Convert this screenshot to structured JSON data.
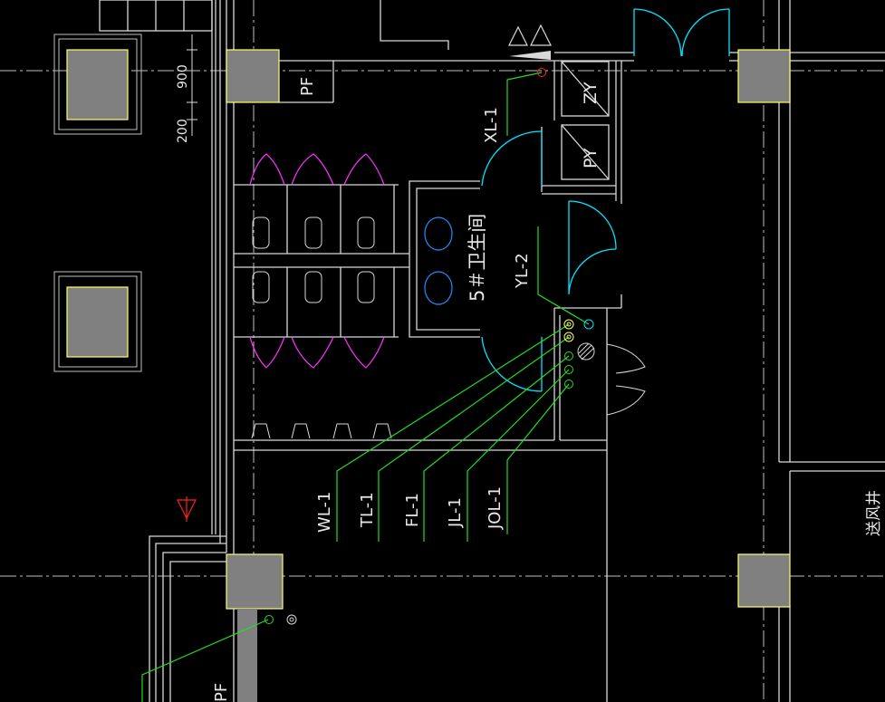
{
  "drawing": {
    "room_label": "5＃卫生间",
    "room_labels": {
      "pf_top": "PF",
      "zy": "ZY",
      "py": "PY",
      "pf_bottom": "PF",
      "air_shaft": "送风井"
    },
    "dimensions": {
      "d900": "900",
      "d200": "200"
    },
    "pipe_labels": {
      "xl1": "XL-1",
      "yl2": "YL-2",
      "wl1": "WL-1",
      "tl1": "TL-1",
      "fl1": "FL-1",
      "jl1": "JL-1",
      "jol1": "JOL-1"
    },
    "colors": {
      "background": "#000000",
      "wall": "#d8d8d8",
      "axis": "#bfbfbf",
      "column_fill": "#808080",
      "column_edge": "#ffff66",
      "door_cyan": "#00e5ff",
      "door_magenta": "#ff33ff",
      "pipe_green": "#22dd22",
      "marker_red": "#ff2222",
      "fixture_blue": "#1e90ff"
    }
  }
}
